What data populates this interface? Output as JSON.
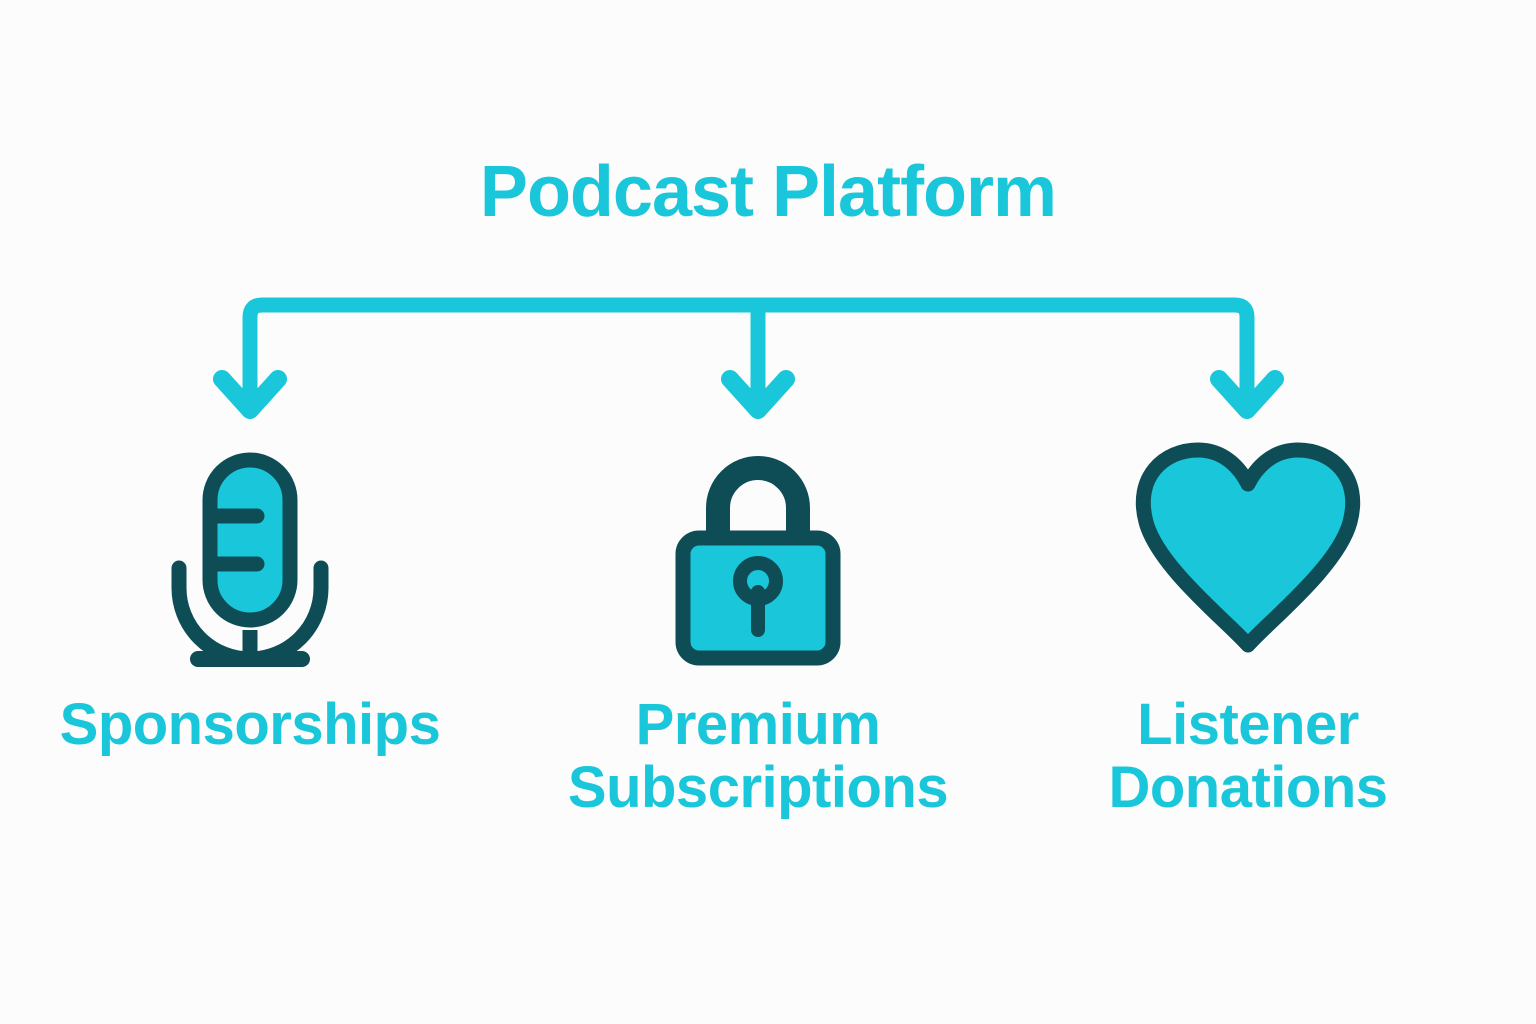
{
  "diagram": {
    "title": "Podcast Platform",
    "type": "hierarchy-fanout",
    "background_color": "#fcfcfc",
    "accent_color": "#1ac7da",
    "outline_color": "#0e4d56",
    "connector": {
      "style": "elbow-with-arrowheads",
      "color": "#1ac7da",
      "branch_count": 3
    },
    "branches": [
      {
        "id": "sponsorships",
        "label": "Sponsorships",
        "icon": "microphone-icon",
        "icon_fill": "#1ac7da",
        "icon_outline": "#0e4d56"
      },
      {
        "id": "premium-subscriptions",
        "label": "Premium\nSubscriptions",
        "icon": "lock-icon",
        "icon_fill": "#1ac7da",
        "icon_outline": "#0e4d56"
      },
      {
        "id": "listener-donations",
        "label": "Listener\nDonations",
        "icon": "heart-icon",
        "icon_fill": "#1ac7da",
        "icon_outline": "#0e4d56"
      }
    ]
  }
}
